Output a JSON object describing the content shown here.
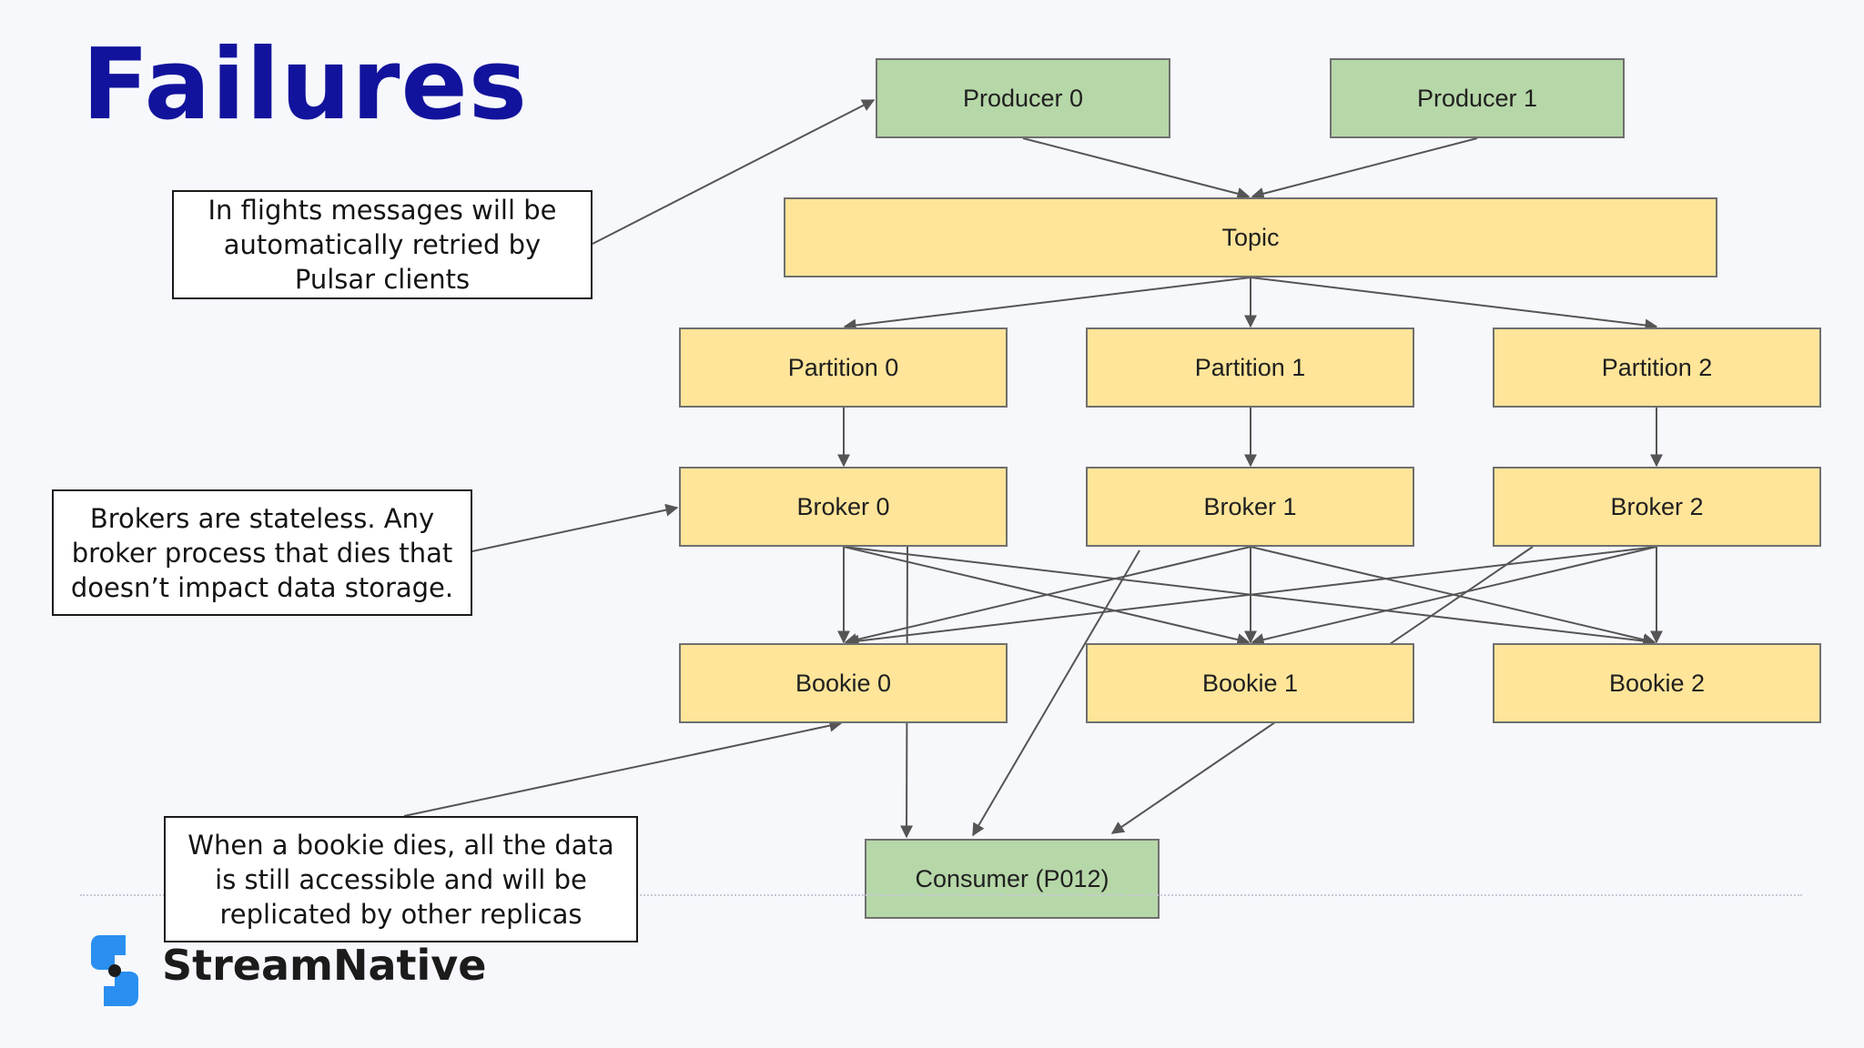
{
  "slide": {
    "title": "Failures",
    "brand": "StreamNative"
  },
  "colors": {
    "title": "#12139c",
    "client_fill": "#b6d7a8",
    "component_fill": "#ffe599",
    "edge": "#555555",
    "logo": "#2a8ff0"
  },
  "nodes": {
    "producer_0": "Producer 0",
    "producer_1": "Producer 1",
    "topic": "Topic",
    "partition_0": "Partition 0",
    "partition_1": "Partition 1",
    "partition_2": "Partition 2",
    "broker_0": "Broker 0",
    "broker_1": "Broker 1",
    "broker_2": "Broker 2",
    "bookie_0": "Bookie 0",
    "bookie_1": "Bookie 1",
    "bookie_2": "Bookie 2",
    "consumer": "Consumer (P012)"
  },
  "notes": {
    "producers": [
      "In flights messages will be",
      "automatically retried by",
      "Pulsar clients"
    ],
    "brokers": [
      "Brokers are stateless. Any",
      "broker process that dies that",
      "doesn’t impact data storage."
    ],
    "bookies": [
      "When a bookie dies, all the data",
      "is still accessible and will be",
      "replicated by other replicas"
    ]
  },
  "edges": [
    [
      "producer_0",
      "topic"
    ],
    [
      "producer_1",
      "topic"
    ],
    [
      "topic",
      "partition_0"
    ],
    [
      "topic",
      "partition_1"
    ],
    [
      "topic",
      "partition_2"
    ],
    [
      "partition_0",
      "broker_0"
    ],
    [
      "partition_1",
      "broker_1"
    ],
    [
      "partition_2",
      "broker_2"
    ],
    [
      "broker_0",
      "bookie_0"
    ],
    [
      "broker_0",
      "bookie_1"
    ],
    [
      "broker_0",
      "bookie_2"
    ],
    [
      "broker_1",
      "bookie_0"
    ],
    [
      "broker_1",
      "bookie_1"
    ],
    [
      "broker_1",
      "bookie_2"
    ],
    [
      "broker_2",
      "bookie_0"
    ],
    [
      "broker_2",
      "bookie_1"
    ],
    [
      "broker_2",
      "bookie_2"
    ],
    [
      "broker_0",
      "consumer"
    ],
    [
      "broker_1",
      "consumer"
    ],
    [
      "broker_2",
      "consumer"
    ],
    [
      "note_producers",
      "producer_0"
    ],
    [
      "note_brokers",
      "broker_0"
    ],
    [
      "note_bookies",
      "bookie_0"
    ]
  ]
}
